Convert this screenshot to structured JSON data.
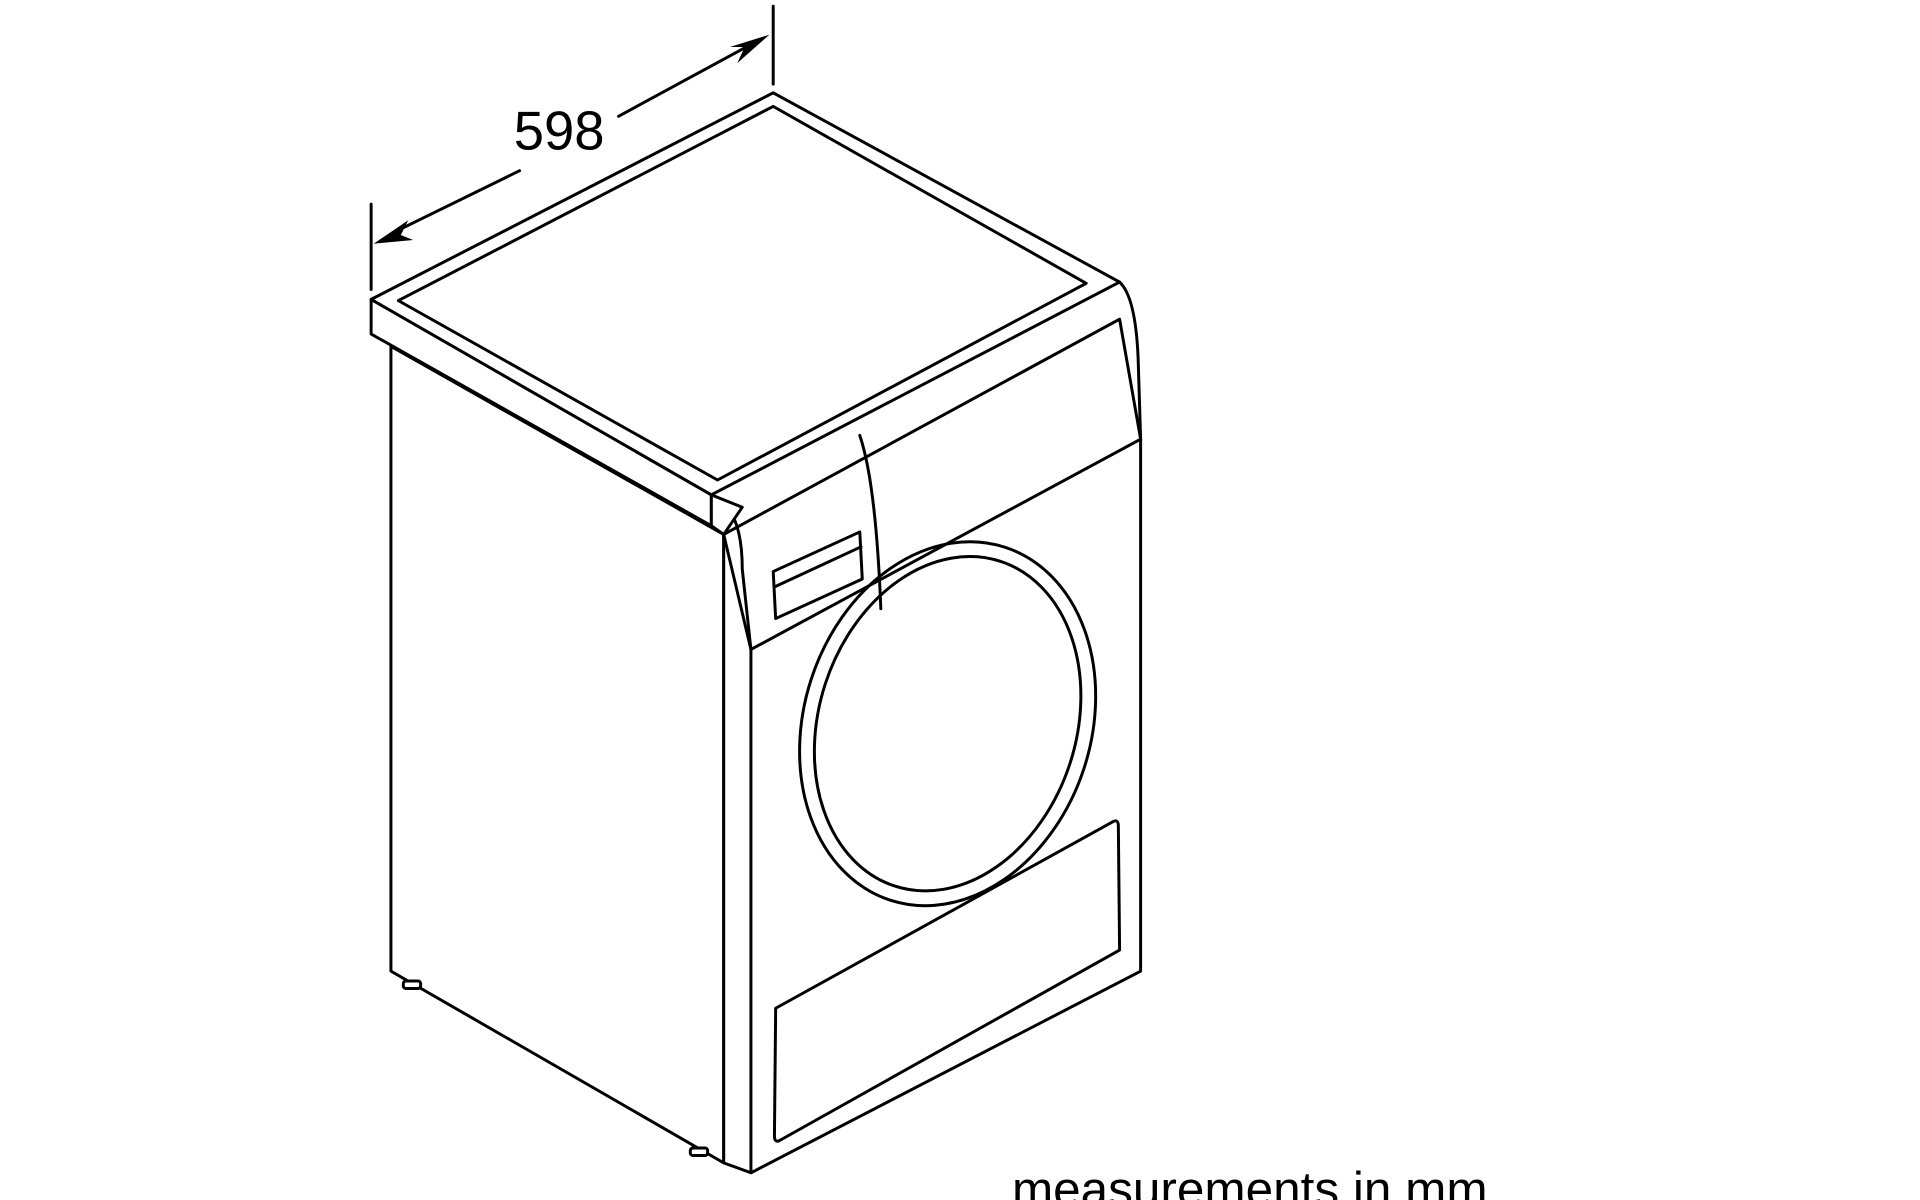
{
  "diagram": {
    "dimension_width": "598",
    "units_note": "measurements in mm",
    "subject": "dryer-appliance",
    "line_color": "#000000",
    "background": "#ffffff"
  }
}
